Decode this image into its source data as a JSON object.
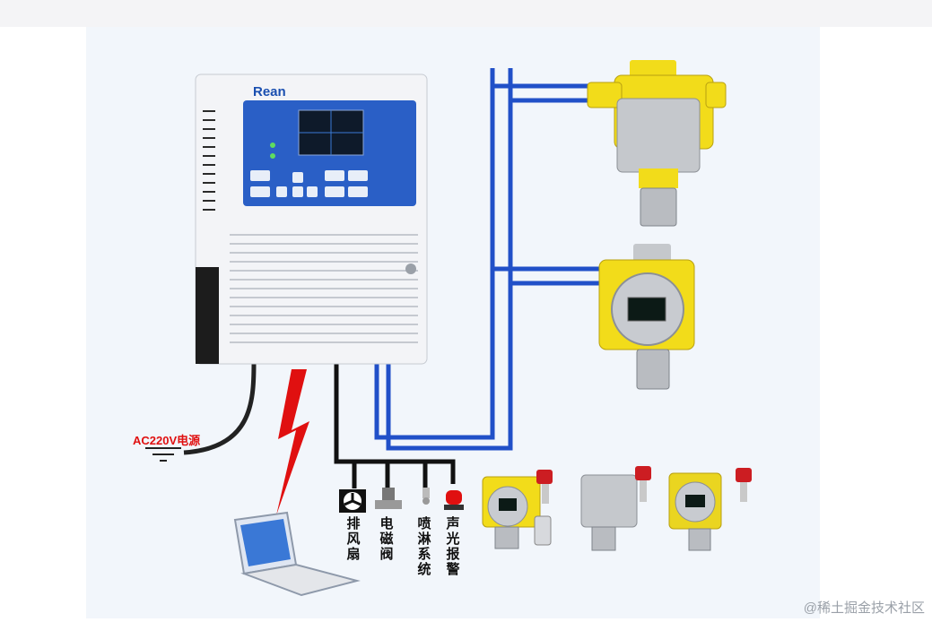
{
  "brand": "Rean",
  "power_label": "AC220V电源",
  "outputs": [
    {
      "id": "fan",
      "label": "排风扇"
    },
    {
      "id": "valve",
      "label": "电磁阀"
    },
    {
      "id": "spray",
      "label": "喷淋系统"
    },
    {
      "id": "alarm",
      "label": "声光报警"
    }
  ],
  "watermark": "@稀土掘金技术社区",
  "colors": {
    "signal_wire": "#2150c8",
    "relay_wire": "#111111",
    "lightning": "#e01010",
    "detector_yellow": "#f2dc1a",
    "panel_blue": "#2a5fc6"
  }
}
